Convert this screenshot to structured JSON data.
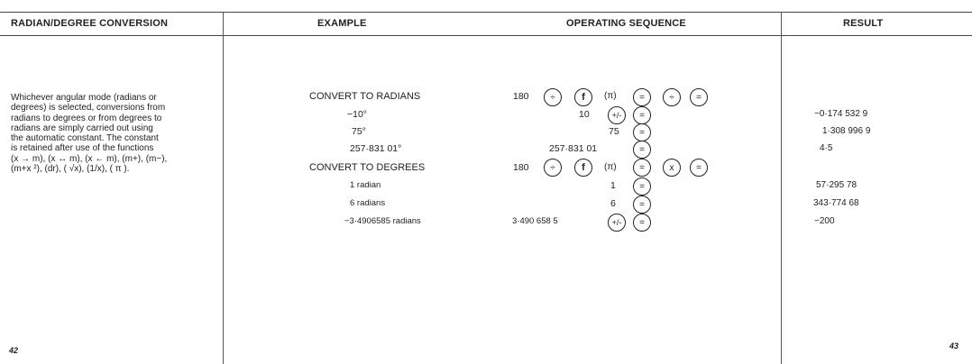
{
  "headers": {
    "topic": "RADIAN/DEGREE CONVERSION",
    "example": "EXAMPLE",
    "sequence": "OPERATING SEQUENCE",
    "result": "RESULT"
  },
  "description": [
    "Whichever angular mode (radians or",
    "degrees) is selected, conversions from",
    "radians to degrees or from degrees to",
    "radians are simply carried out using",
    "the automatic constant. The constant",
    "is retained after use of the functions",
    "(x → m), (x ↔ m), (x ← m), (m+), (m−),",
    "(m+x ²), (dr), ( √x), (1/x), ( π )."
  ],
  "examples": {
    "to_radians": "CONVERT TO RADIANS",
    "r1": "−10°",
    "r2": "75°",
    "r3": "257·831 01°",
    "to_degrees": "CONVERT TO DEGREES",
    "d1": "1 radian",
    "d2": "6 radians",
    "d3": "−3·4906585 radians"
  },
  "sequence": {
    "const_num": "180",
    "div": "÷",
    "f": "f",
    "pi": "(π)",
    "eq": "=",
    "mul": "x",
    "neg": "+/-",
    "r1_num": "10",
    "r2_num": "75",
    "r3_num": "257·831 01",
    "d1_num": "1",
    "d2_num": "6",
    "d3_num": "3·490 658 5"
  },
  "results": {
    "r1": "−0·174 532 9",
    "r2": "1·308 996 9",
    "r3": "4·5",
    "d1": "57·295 78",
    "d2": "343·774 68",
    "d3": "−200"
  },
  "page_numbers": {
    "left": "42",
    "right": "43"
  }
}
